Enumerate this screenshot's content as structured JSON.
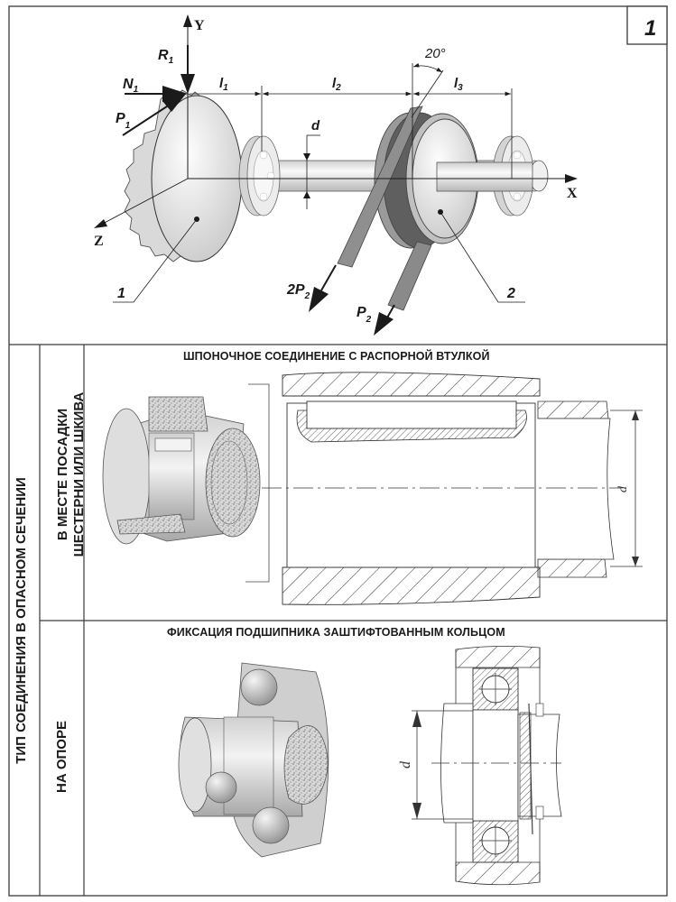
{
  "figure_number": "1",
  "top_diagram": {
    "axes": {
      "y": "Y",
      "x": "X",
      "z": "Z"
    },
    "forces": {
      "r1": {
        "main": "R",
        "sub": "1"
      },
      "n1": {
        "main": "N",
        "sub": "1"
      },
      "p1": {
        "main": "P",
        "sub": "1"
      },
      "two_p2": {
        "main": "2P",
        "sub": "2"
      },
      "p2": {
        "main": "P",
        "sub": "2"
      }
    },
    "dimensions": {
      "l1": {
        "main": "l",
        "sub": "1"
      },
      "l2": {
        "main": "l",
        "sub": "2"
      },
      "l3": {
        "main": "l",
        "sub": "3"
      },
      "d": "d",
      "angle": "20°"
    },
    "callouts": {
      "gear": "1",
      "pulley": "2"
    }
  },
  "table": {
    "outer_label": "ТИП СОЕДИНЕНИЯ В ОПАСНОМ СЕЧЕНИИ",
    "rows": [
      {
        "label_line1": "В МЕСТЕ ПОСАДКИ",
        "label_line2": "ШЕСТЕРНИ ИЛИ ШКИВА",
        "title": "ШПОНОЧНОЕ СОЕДИНЕНИЕ С РАСПОРНОЙ ВТУЛКОЙ",
        "dim_label": "d"
      },
      {
        "label_line1": "НА ОПОРЕ",
        "title": "ФИКСАЦИЯ ПОДШИПНИКА ЗАШТИФТОВАННЫМ КОЛЬЦОМ",
        "dim_label": "d"
      }
    ]
  },
  "colors": {
    "line": "#3a3a3a",
    "metal_light": "#e6e6e6",
    "metal_mid": "#bdbdbd",
    "metal_dark": "#6e6e6e"
  }
}
